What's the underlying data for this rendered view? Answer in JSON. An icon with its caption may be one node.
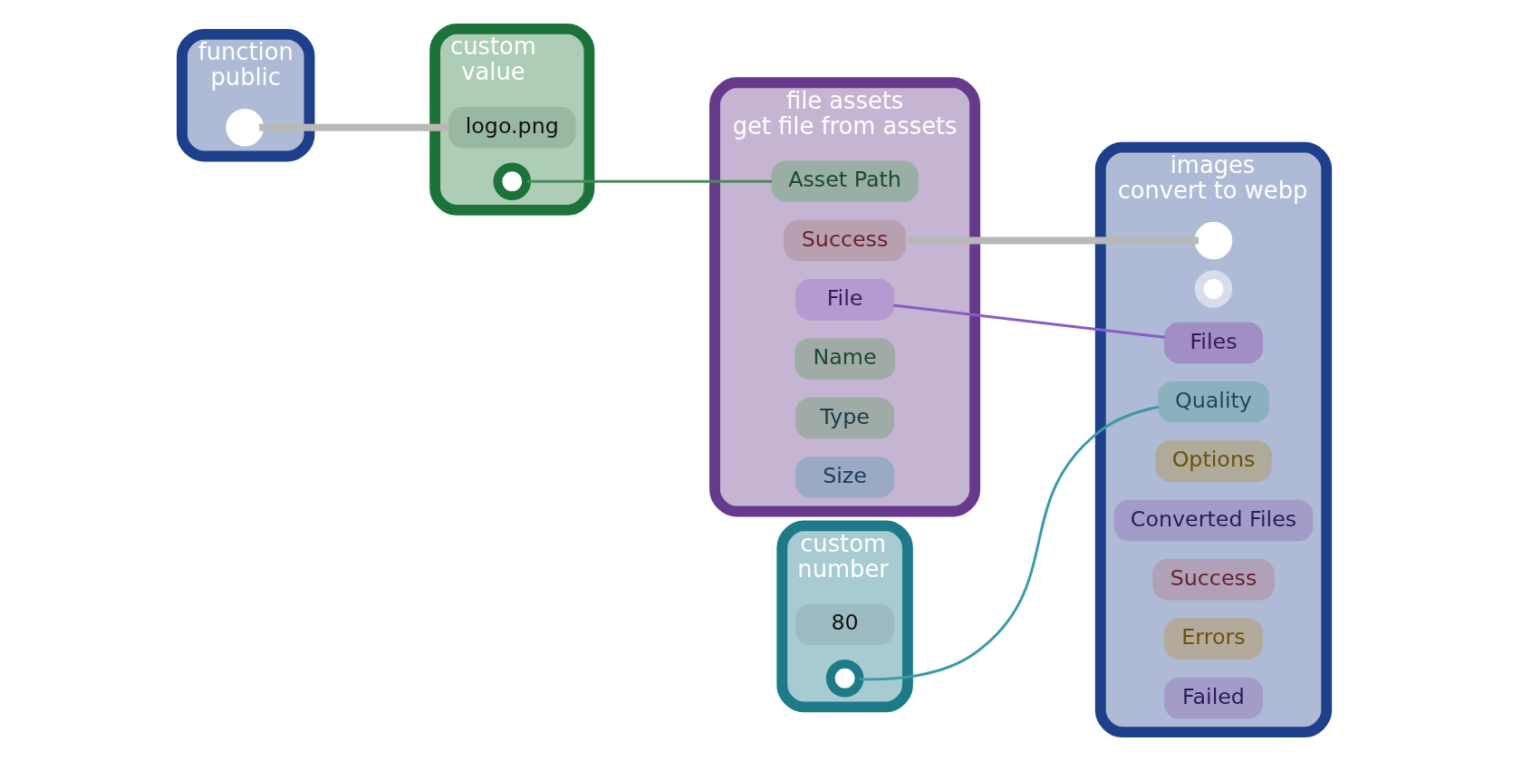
{
  "diagram": {
    "nodes": [
      {
        "text": [
          "function",
          "public"
        ]
      },
      {
        "text": [],
        "shape": "circle",
        "in": 0
      },
      {
        "text": [
          "custom",
          "value"
        ]
      },
      {
        "text": [
          "logo.png"
        ],
        "in": 2
      },
      {
        "text": [],
        "shape": "circle",
        "in": 2
      },
      {
        "text": [
          "file assets",
          "get file from assets"
        ]
      },
      {
        "text": [
          "Asset Path"
        ],
        "in": 5
      },
      {
        "text": [
          "Success"
        ],
        "in": 5
      },
      {
        "text": [
          "File"
        ],
        "in": 5
      },
      {
        "text": [
          "Name"
        ],
        "in": 5
      },
      {
        "text": [
          "Type"
        ],
        "in": 5
      },
      {
        "text": [
          "Size"
        ],
        "in": 5
      },
      {
        "text": [
          "images",
          "convert to webp"
        ]
      },
      {
        "text": [],
        "shape": "circle",
        "in": 12
      },
      {
        "text": [],
        "shape": "circle",
        "in": 12
      },
      {
        "text": [
          "Files"
        ],
        "in": 12
      },
      {
        "text": [
          "Quality"
        ],
        "in": 12
      },
      {
        "text": [
          "Options"
        ],
        "in": 12
      },
      {
        "text": [
          "Converted Files"
        ],
        "in": 12
      },
      {
        "text": [
          "Success"
        ],
        "in": 12
      },
      {
        "text": [
          "Errors"
        ],
        "in": 12
      },
      {
        "text": [
          "Failed"
        ],
        "in": 12
      },
      {
        "text": [
          "custom",
          "number"
        ]
      },
      {
        "text": [
          "80"
        ],
        "in": 22
      },
      {
        "text": [],
        "shape": "circle",
        "in": 22
      }
    ],
    "edges": [
      {
        "from": 1,
        "to": 3,
        "arrow": "none",
        "style": "thick",
        "color": "#b8b8b8"
      },
      {
        "from": 4,
        "to": 6,
        "arrow": "none",
        "color": "#4a8a5a"
      },
      {
        "from": 7,
        "to": 13,
        "arrow": "none",
        "style": "thick",
        "color": "#b8b8b8"
      },
      {
        "from": 8,
        "to": 15,
        "arrow": "none",
        "color": "#8a5cc7"
      },
      {
        "from": 24,
        "to": 16,
        "arrow": "none",
        "color": "#3a9aa8"
      }
    ]
  }
}
